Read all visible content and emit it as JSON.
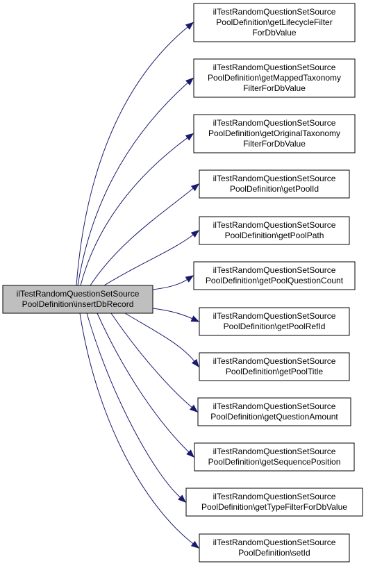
{
  "diagram": {
    "source": {
      "lines": [
        "ilTestRandomQuestionSetSource",
        "PoolDefinition\\insertDbRecord"
      ]
    },
    "targets": [
      {
        "lines": [
          "ilTestRandomQuestionSetSource",
          "PoolDefinition\\getLifecycleFilter",
          "ForDbValue"
        ]
      },
      {
        "lines": [
          "ilTestRandomQuestionSetSource",
          "PoolDefinition\\getMappedTaxonomy",
          "FilterForDbValue"
        ]
      },
      {
        "lines": [
          "ilTestRandomQuestionSetSource",
          "PoolDefinition\\getOriginalTaxonomy",
          "FilterForDbValue"
        ]
      },
      {
        "lines": [
          "ilTestRandomQuestionSetSource",
          "PoolDefinition\\getPoolId"
        ]
      },
      {
        "lines": [
          "ilTestRandomQuestionSetSource",
          "PoolDefinition\\getPoolPath"
        ]
      },
      {
        "lines": [
          "ilTestRandomQuestionSetSource",
          "PoolDefinition\\getPoolQuestionCount"
        ]
      },
      {
        "lines": [
          "ilTestRandomQuestionSetSource",
          "PoolDefinition\\getPoolRefId"
        ]
      },
      {
        "lines": [
          "ilTestRandomQuestionSetSource",
          "PoolDefinition\\getPoolTitle"
        ]
      },
      {
        "lines": [
          "ilTestRandomQuestionSetSource",
          "PoolDefinition\\getQuestionAmount"
        ]
      },
      {
        "lines": [
          "ilTestRandomQuestionSetSource",
          "PoolDefinition\\getSequencePosition"
        ]
      },
      {
        "lines": [
          "ilTestRandomQuestionSetSource",
          "PoolDefinition\\getTypeFilterForDbValue"
        ]
      },
      {
        "lines": [
          "ilTestRandomQuestionSetSource",
          "PoolDefinition\\setId"
        ]
      }
    ],
    "colors": {
      "source_fill": "#bfbfbf",
      "node_fill": "#ffffff",
      "edge": "#191970"
    }
  }
}
